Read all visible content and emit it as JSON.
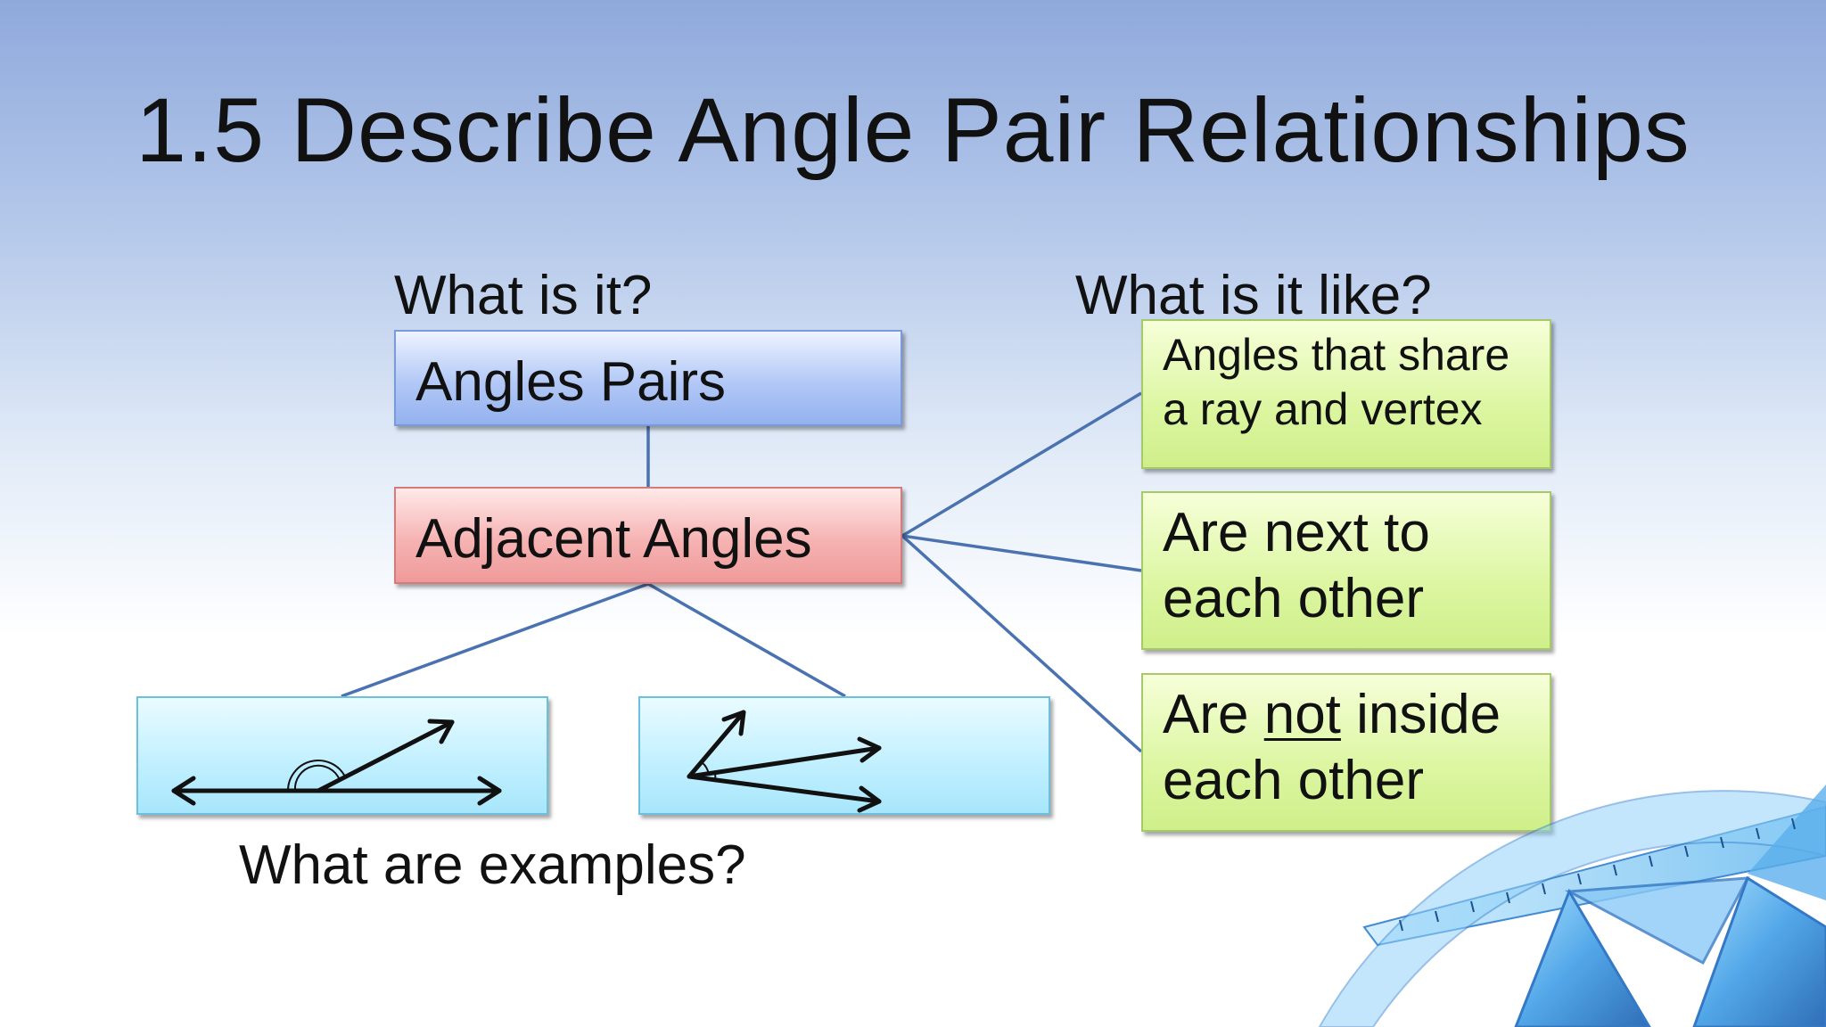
{
  "slide": {
    "title": "1.5 Describe Angle Pair Relationships",
    "headings": {
      "what_is_it": "What is it?",
      "what_is_it_like": "What is it like?",
      "what_are_examples": "What are examples?"
    },
    "boxes": {
      "angles_pairs": "Angles Pairs",
      "adjacent_angles": "Adjacent Angles"
    },
    "properties": {
      "p1_line1": "Angles that share",
      "p1_line2": "a ray and vertex",
      "p2_line1": "Are next to",
      "p2_line2": "each other",
      "p3_prefix": "Are ",
      "p3_emph": "not",
      "p3_suffix": " inside",
      "p3_line2": "each other"
    },
    "colors": {
      "connector": "#4a72b0",
      "blue_box": "#a6c0f3",
      "red_box": "#f3a8a8",
      "green_box": "#d8f49b",
      "cyan_box": "#b8edff"
    }
  }
}
